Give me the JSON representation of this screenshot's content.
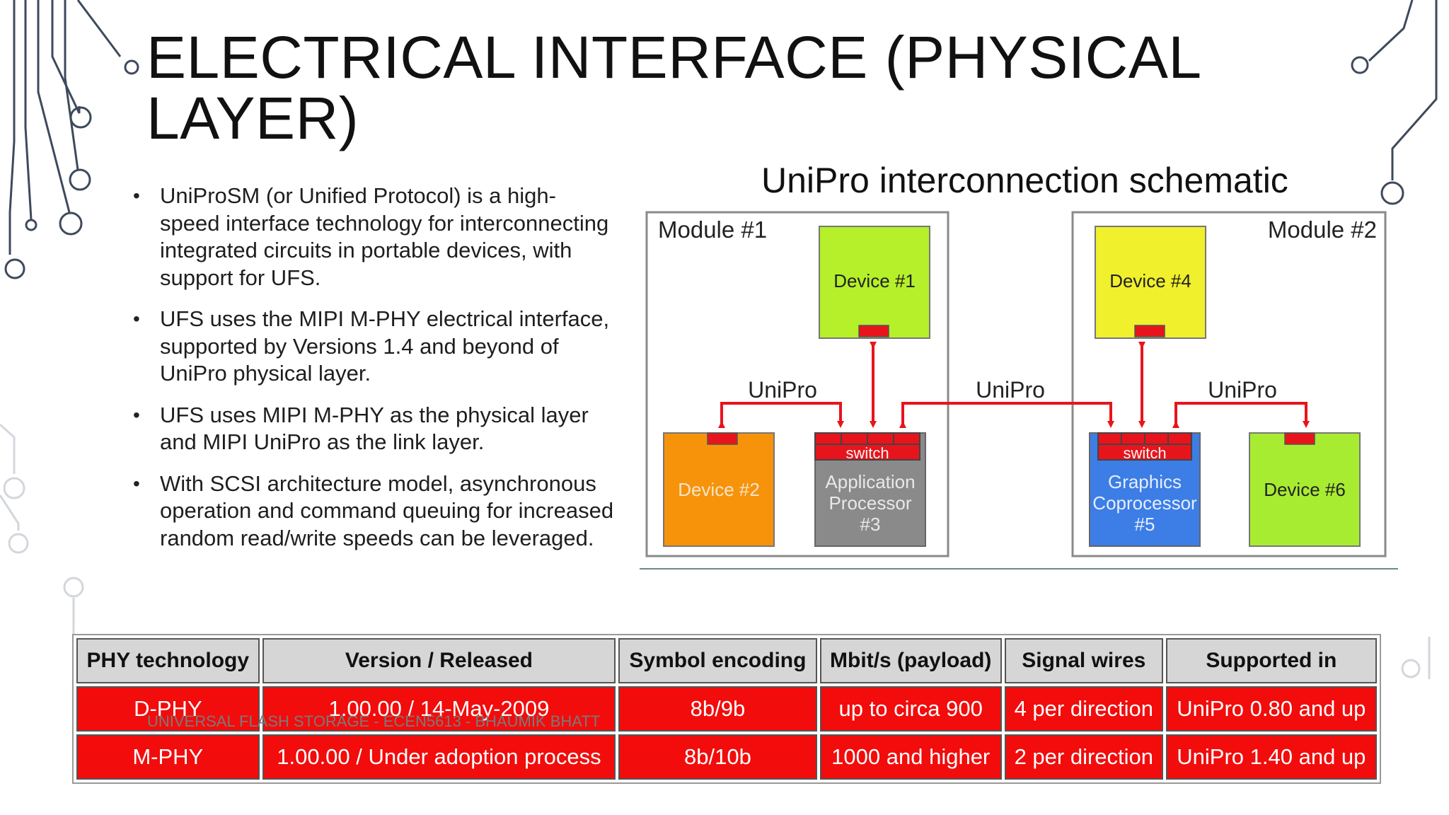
{
  "slide": {
    "title": "ELECTRICAL INTERFACE (PHYSICAL LAYER)",
    "footer": "UNIVERSAL FLASH STORAGE - ECEN5613 - BHAUMIK BHATT"
  },
  "bullets": [
    "UniProSM (or Unified Protocol) is a high-speed interface technology for interconnecting integrated circuits in portable devices, with support for UFS.",
    "UFS uses the MIPI M-PHY electrical interface, supported by Versions 1.4 and beyond of UniPro physical layer.",
    "UFS uses MIPI M-PHY as the physical layer and MIPI UniPro as the link layer.",
    "With SCSI architecture model, asynchronous operation and command queuing for increased random read/write speeds can be leveraged."
  ],
  "schematic": {
    "title": "UniPro interconnection schematic",
    "module1": "Module #1",
    "module2": "Module #2",
    "link_label": "UniPro",
    "switch_label": "switch",
    "device1": "Device #1",
    "device2": "Device #2",
    "device3": [
      "Application",
      "Processor",
      "#3"
    ],
    "device4": "Device #4",
    "device5": [
      "Graphics",
      "Coprocessor",
      "#5"
    ],
    "device6": "Device #6",
    "colors": {
      "link": "#e8141c",
      "device1": "#b5f02a",
      "device2": "#f7930b",
      "device3": "#8a8a8a",
      "device4": "#f0f02c",
      "device5": "#3c7de6",
      "device6": "#a8ec32"
    }
  },
  "table": {
    "headers": [
      "PHY technology",
      "Version / Released",
      "Symbol encoding",
      "Mbit/s (payload)",
      "Signal wires",
      "Supported in"
    ],
    "rows": [
      [
        "D-PHY",
        "1.00.00 / 14-May-2009",
        "8b/9b",
        "up to circa 900",
        "4 per direction",
        "UniPro 0.80 and up"
      ],
      [
        "M-PHY",
        "1.00.00 / Under adoption process",
        "8b/10b",
        "1000 and higher",
        "2 per direction",
        "UniPro 1.40 and up"
      ]
    ],
    "colors": {
      "header_bg": "#d6d6d6",
      "row_bg": "#f20c0c",
      "row_text": "#ffffff"
    }
  }
}
